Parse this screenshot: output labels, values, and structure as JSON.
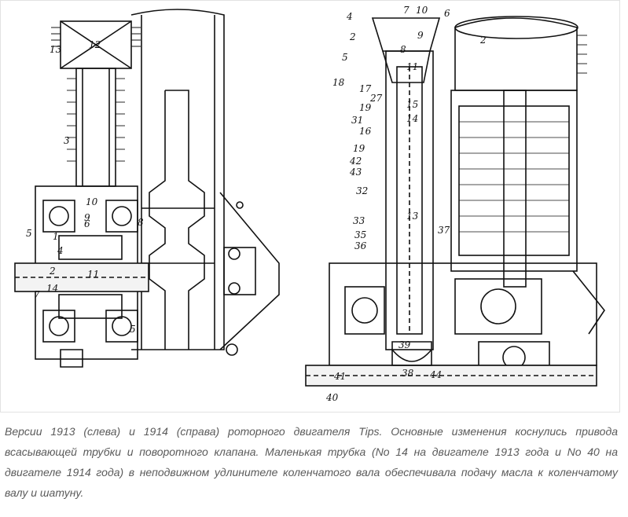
{
  "figure": {
    "left_drawing_callouts": [
      "13",
      "12",
      "3",
      "10",
      "9",
      "6",
      "8",
      "5",
      "1",
      "2",
      "4",
      "11",
      "14",
      "7",
      "5"
    ],
    "right_drawing_callouts": [
      "4",
      "7",
      "10",
      "6",
      "2",
      "9",
      "2",
      "8",
      "5",
      "18",
      "11",
      "17",
      "27",
      "15",
      "19",
      "31",
      "14",
      "16",
      "19",
      "42",
      "43",
      "32",
      "13",
      "33",
      "35",
      "37",
      "36",
      "39",
      "38",
      "41",
      "44",
      "40"
    ]
  },
  "caption": {
    "text": "Версии 1913 (слева) и 1914 (справа) роторного двигателя Tips. Основные изменения коснулись привода всасывающей трубки и поворотного клапана. Маленькая трубка (No 14 на двигателе 1913 года и No 40 на двигателе 1914 года) в неподвижном удлинителе коленчатого вала обеспечивала подачу масла к коленчатому валу и шатуну."
  }
}
